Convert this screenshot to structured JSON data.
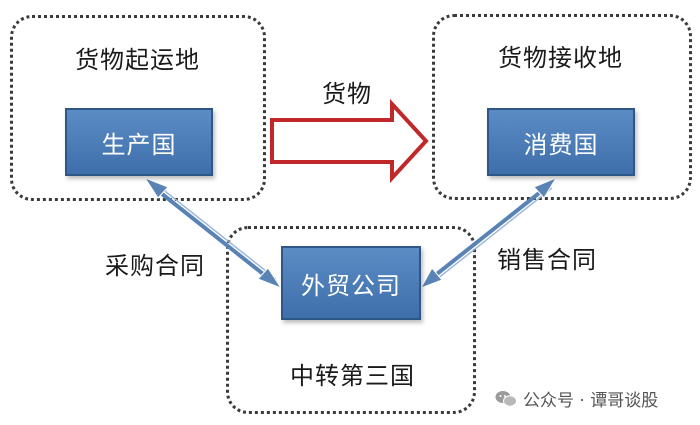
{
  "regions": {
    "origin": {
      "title": "货物起运地"
    },
    "destination": {
      "title": "货物接收地"
    },
    "transit": {
      "title": "中转第三国"
    }
  },
  "nodes": {
    "producer": "生产国",
    "consumer": "消费国",
    "trade_company": "外贸公司"
  },
  "edges": {
    "goods_flow": "货物",
    "purchase_contract": "采购合同",
    "sales_contract": "销售合同"
  },
  "watermark": {
    "text": "公众号 · 谭哥谈股"
  },
  "colors": {
    "node_fill": "#4a7ab8",
    "goods_arrow": "#c0282a",
    "contract_arrow": "#5a83b5"
  }
}
